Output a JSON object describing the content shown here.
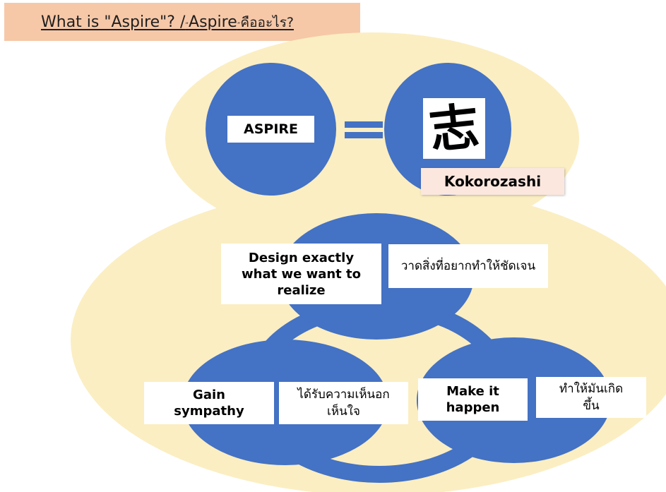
{
  "title": {
    "en": "What is \"Aspire\"? /",
    "quote_open": "“",
    "aspire": "Aspire",
    "quote_close": "”",
    "thai": "คืออะไร?"
  },
  "top": {
    "aspire_label": "ASPIRE",
    "kanji": "志",
    "kokorozashi_label": "Kokorozashi"
  },
  "cycle": {
    "design": {
      "en": "Design exactly what we want to realize",
      "th": "วาดสิ่งที่อยากทำให้ชัดเจน"
    },
    "sympathy": {
      "en": "Gain sympathy",
      "th": "ได้รับความเห็นอกเห็นใจ"
    },
    "happen": {
      "en": "Make it happen",
      "th": "ทำให้มันเกิดขึ้น"
    }
  },
  "colors": {
    "circle": "#4472c4",
    "background_blob": "#fbeec2",
    "title_box": "#f6c8a8",
    "kokorozashi_box": "#fbe7de"
  }
}
